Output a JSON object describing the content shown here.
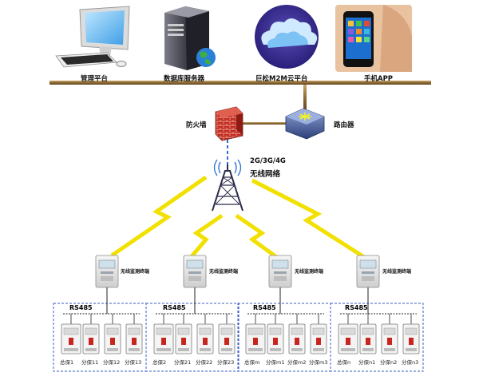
{
  "top_devices": [
    {
      "label": "管理平台",
      "icon": "desktop-computer-icon"
    },
    {
      "label": "数据库服务器",
      "icon": "database-server-icon"
    },
    {
      "label": "巨松M2M云平台",
      "icon": "cloud-platform-icon"
    },
    {
      "label": "手机APP",
      "icon": "smartphone-icon"
    }
  ],
  "firewall": {
    "label": "防火墙",
    "icon": "firewall-icon"
  },
  "router": {
    "label": "路由器",
    "icon": "router-icon"
  },
  "wireless": {
    "line1": "2G/3G/4G",
    "line2": "无线网络",
    "icon": "signal-tower-icon"
  },
  "groups": [
    {
      "terminal_label": "无线监测终端",
      "bus_label": "RS485",
      "breakers": [
        "总保1",
        "分保11",
        "分保12",
        "分保13"
      ]
    },
    {
      "terminal_label": "无线监测终端",
      "bus_label": "RS485",
      "breakers": [
        "总保2",
        "分保21",
        "分保22",
        "分保23"
      ]
    },
    {
      "terminal_label": "无线监测终端",
      "bus_label": "RS485",
      "breakers": [
        "总保m",
        "分保m1",
        "分保m2",
        "分保m3"
      ]
    },
    {
      "terminal_label": "无线监测终端",
      "bus_label": "RS485",
      "breakers": [
        "总保n",
        "分保n1",
        "分保n2",
        "分保n3"
      ]
    }
  ],
  "colors": {
    "bus_line": "#9b7a3c",
    "lightning": "#f2e000",
    "group_border": "#3b5cc4",
    "firewall_link": "#2a6fd6"
  }
}
